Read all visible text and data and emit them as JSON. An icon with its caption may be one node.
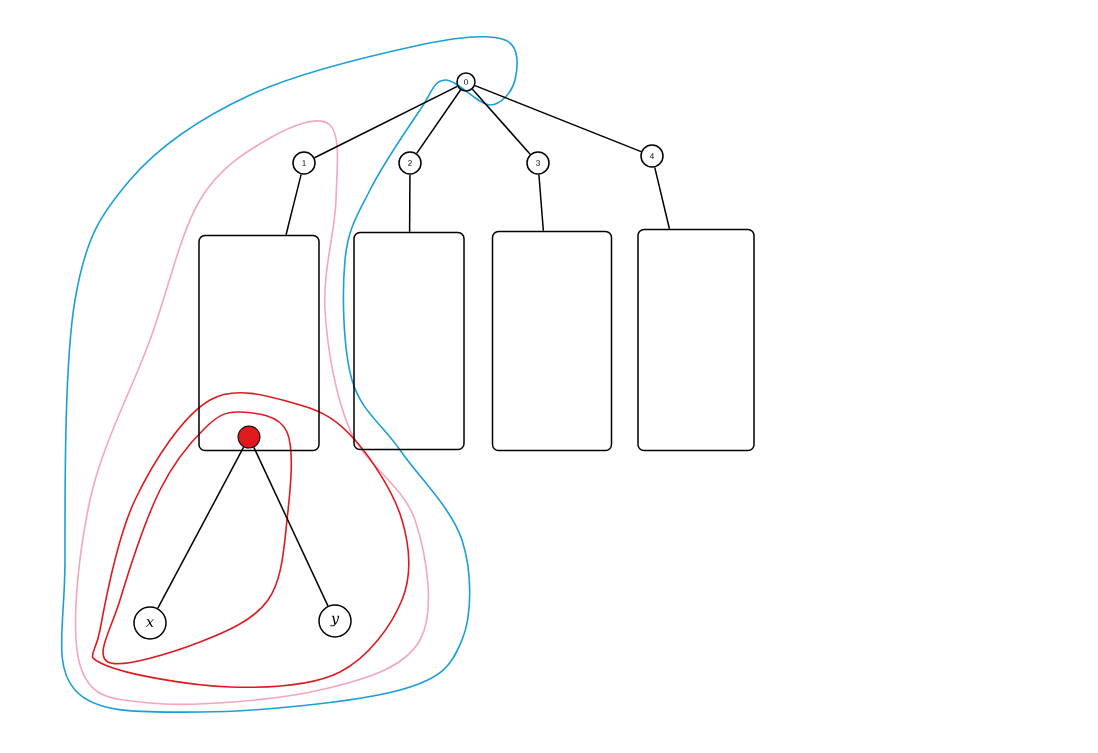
{
  "diagram": {
    "nodes": [
      {
        "text": [
          "0"
        ]
      },
      {
        "text": [
          "1"
        ]
      },
      {
        "text": [
          "2"
        ]
      },
      {
        "text": [
          "3"
        ]
      },
      {
        "text": [
          "4"
        ]
      },
      {
        "text": [],
        "shape": "box"
      },
      {
        "text": [],
        "shape": "box"
      },
      {
        "text": [],
        "shape": "box"
      },
      {
        "text": [],
        "shape": "box"
      },
      {
        "text": [],
        "shape": "circle",
        "in": 5
      },
      {
        "text": [
          "x"
        ]
      },
      {
        "text": [
          "y"
        ]
      }
    ],
    "edges": [
      {
        "from": 0,
        "to": 1,
        "arrow": "none"
      },
      {
        "from": 0,
        "to": 2,
        "arrow": "none"
      },
      {
        "from": 0,
        "to": 3,
        "arrow": "none"
      },
      {
        "from": 0,
        "to": 4,
        "arrow": "none"
      },
      {
        "from": 1,
        "to": 5,
        "arrow": "none"
      },
      {
        "from": 2,
        "to": 6,
        "arrow": "none"
      },
      {
        "from": 3,
        "to": 7,
        "arrow": "none"
      },
      {
        "from": 4,
        "to": 8,
        "arrow": "none"
      },
      {
        "from": 9,
        "to": 10,
        "arrow": "none"
      },
      {
        "from": 9,
        "to": 11,
        "arrow": "none"
      }
    ]
  }
}
